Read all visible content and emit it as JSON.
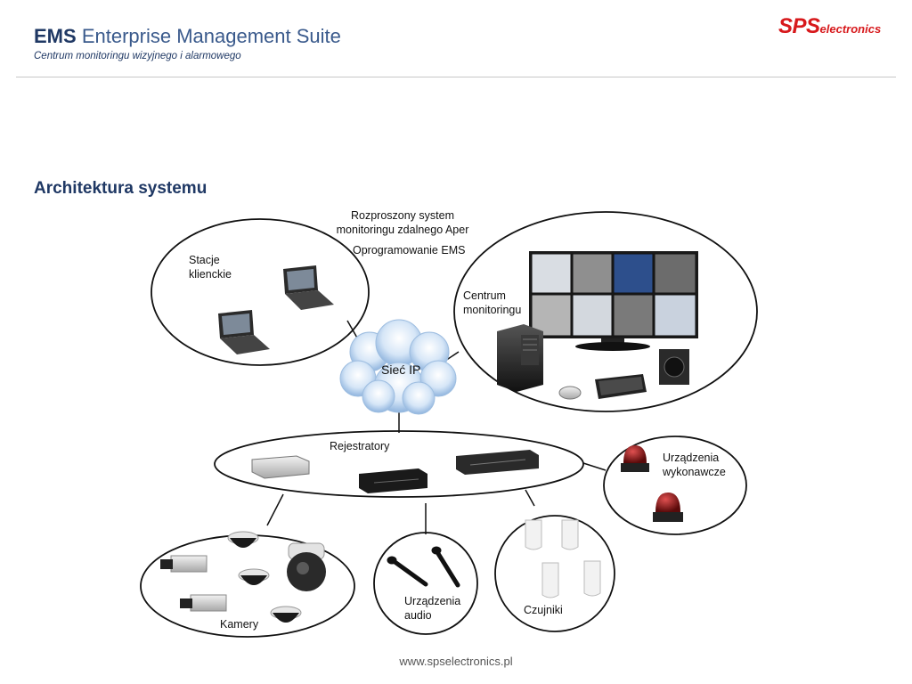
{
  "header": {
    "title_bold": "EMS",
    "title_rest": "Enterprise Management Suite",
    "subtitle": "Centrum monitoringu wizyjnego i alarmowego",
    "logo_main": "SPS",
    "logo_sub": "electronics"
  },
  "section_title": "Architektura systemu",
  "diagram": {
    "system_line1": "Rozproszony system",
    "system_line2": "monitoringu zdalnego Aper",
    "software": "Oprogramowanie EMS",
    "clients_line1": "Stacje",
    "clients_line2": "klienckie",
    "monitoring_line1": "Centrum",
    "monitoring_line2": "monitoringu",
    "network": "Sieć IP",
    "recorders": "Rejestratory",
    "actuators_line1": "Urządzenia",
    "actuators_line2": "wykonawcze",
    "cameras": "Kamery",
    "audio_line1": "Urządzenia",
    "audio_line2": "audio",
    "sensors": "Czujniki"
  },
  "footer": {
    "url": "www.spselectronics.pl"
  },
  "colors": {
    "brand_red": "#d7191c",
    "title_blue": "#1f3864",
    "cloud_blue": "#a9c8ea"
  }
}
